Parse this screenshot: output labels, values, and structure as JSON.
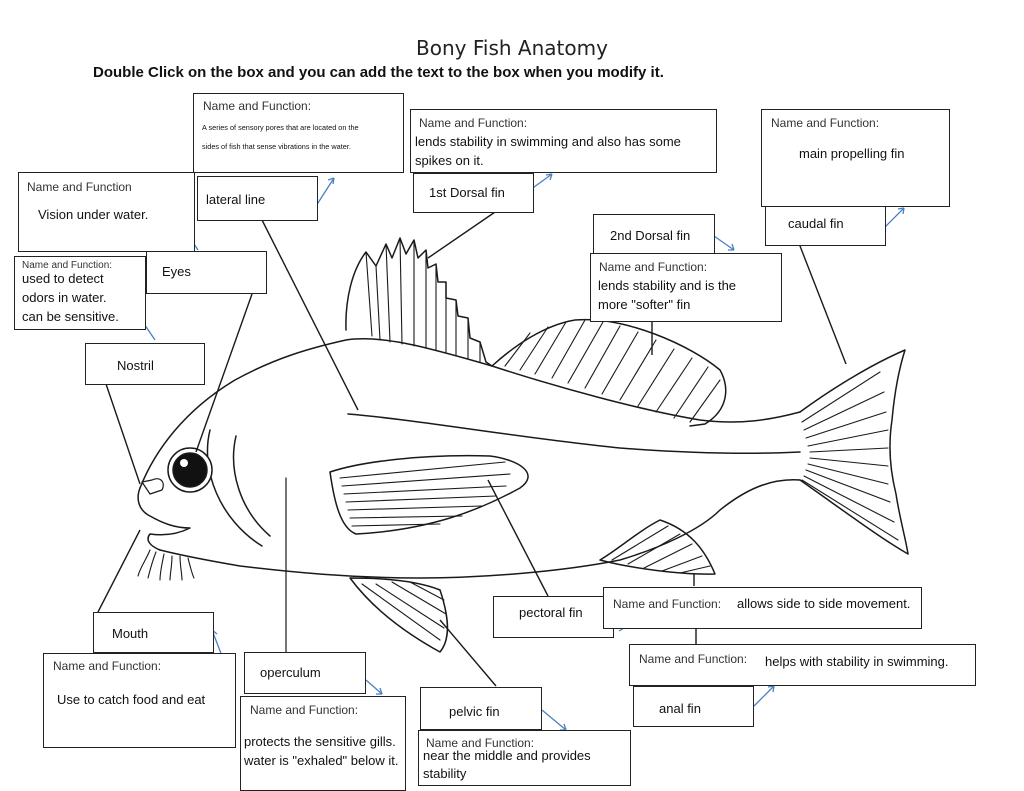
{
  "title": "Bony Fish Anatomy",
  "instructions": "Double Click on the box and you can add the text to the box when you modify it.",
  "lateral_line": {
    "label": "lateral line",
    "nf_label": "Name and Function:",
    "function_lines": [
      "A series of sensory pores that are located on the",
      "sides of fish that sense vibrations in the water."
    ]
  },
  "first_dorsal": {
    "label": "1st Dorsal fin",
    "nf_label": "Name and Function:",
    "function_lines": [
      "lends stability in swimming and also has some",
      "spikes on it."
    ]
  },
  "caudal": {
    "label": "caudal fin",
    "nf_label": "Name and Function:",
    "function_lines": [
      "main propelling fin"
    ]
  },
  "eyes": {
    "label": "Eyes",
    "nf_label": "Name and Function",
    "function_lines": [
      "Vision under water."
    ]
  },
  "nostril": {
    "label": "Nostril",
    "nf_label": "Name and Function:",
    "function_lines": [
      "used to detect",
      "odors in water.",
      "can be sensitive."
    ]
  },
  "second_dorsal": {
    "label": "2nd Dorsal fin",
    "nf_label": "Name and Function:",
    "function_lines": [
      "lends stability and is the",
      "more \"softer\" fin"
    ]
  },
  "mouth": {
    "label": "Mouth",
    "nf_label": "Name and Function:",
    "function_lines": [
      "Use to catch food and eat"
    ]
  },
  "operculum": {
    "label": "operculum",
    "nf_label": "Name and Function:",
    "function_lines": [
      "protects the sensitive gills.",
      "water is \"exhaled\" below it."
    ]
  },
  "pelvic": {
    "label": "pelvic fin",
    "nf_label": "Name and Function:",
    "function_lines": [
      "near the middle and provides",
      "stability"
    ]
  },
  "pectoral": {
    "label": "pectoral fin",
    "nf_label": "Name and Function:",
    "function_lines": [
      "allows side to side movement."
    ]
  },
  "anal": {
    "label": "anal fin",
    "nf_label": "Name and Function:",
    "function_lines": [
      "helps with stability in swimming."
    ]
  },
  "colors": {
    "line": "#1a1a1a",
    "arrow": "#4a7fc0"
  }
}
